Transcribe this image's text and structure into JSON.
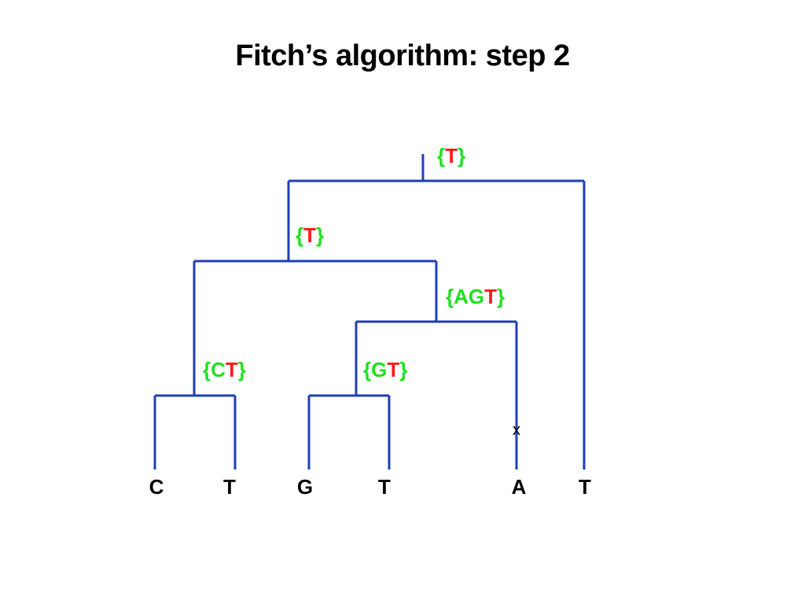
{
  "title": "Fitch’s algorithm: step 2",
  "colors": {
    "branch": "#1f3fb4",
    "set": "#1ee01e",
    "chosen": "#ff1a1a",
    "leaf": "#000000"
  },
  "leaves": [
    "C",
    "T",
    "G",
    "T",
    "A",
    "T"
  ],
  "node_sets": {
    "root": {
      "brace_open": "{",
      "other": "",
      "chosen": "T",
      "brace_close": "}"
    },
    "left": {
      "brace_open": "{",
      "other": "",
      "chosen": "T",
      "brace_close": "}"
    },
    "gta": {
      "brace_open": "{",
      "other": "AG",
      "chosen": "T",
      "brace_close": "}"
    },
    "ct": {
      "brace_open": "{",
      "other": "C",
      "chosen": "T",
      "brace_close": "}"
    },
    "gt": {
      "brace_open": "{",
      "other": "G",
      "chosen": "T",
      "brace_close": "}"
    }
  },
  "mutation_mark": "x"
}
